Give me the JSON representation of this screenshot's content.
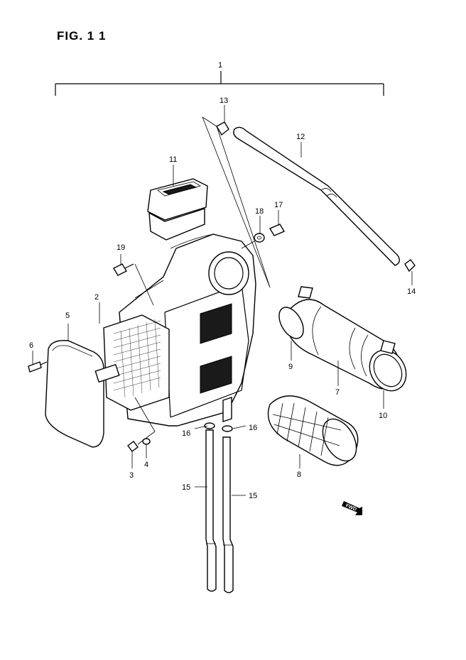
{
  "title": "FIG. 1 1",
  "fwd_badge": "FWD",
  "callouts": {
    "c1": "1",
    "c2": "2",
    "c3": "3",
    "c4": "4",
    "c5": "5",
    "c6": "6",
    "c7": "7",
    "c8": "8",
    "c9": "9",
    "c10": "10",
    "c11": "11",
    "c12": "12",
    "c13": "13",
    "c14": "14",
    "c15a": "15",
    "c15b": "15",
    "c16a": "16",
    "c16b": "16",
    "c17": "17",
    "c18": "18",
    "c19": "19"
  }
}
